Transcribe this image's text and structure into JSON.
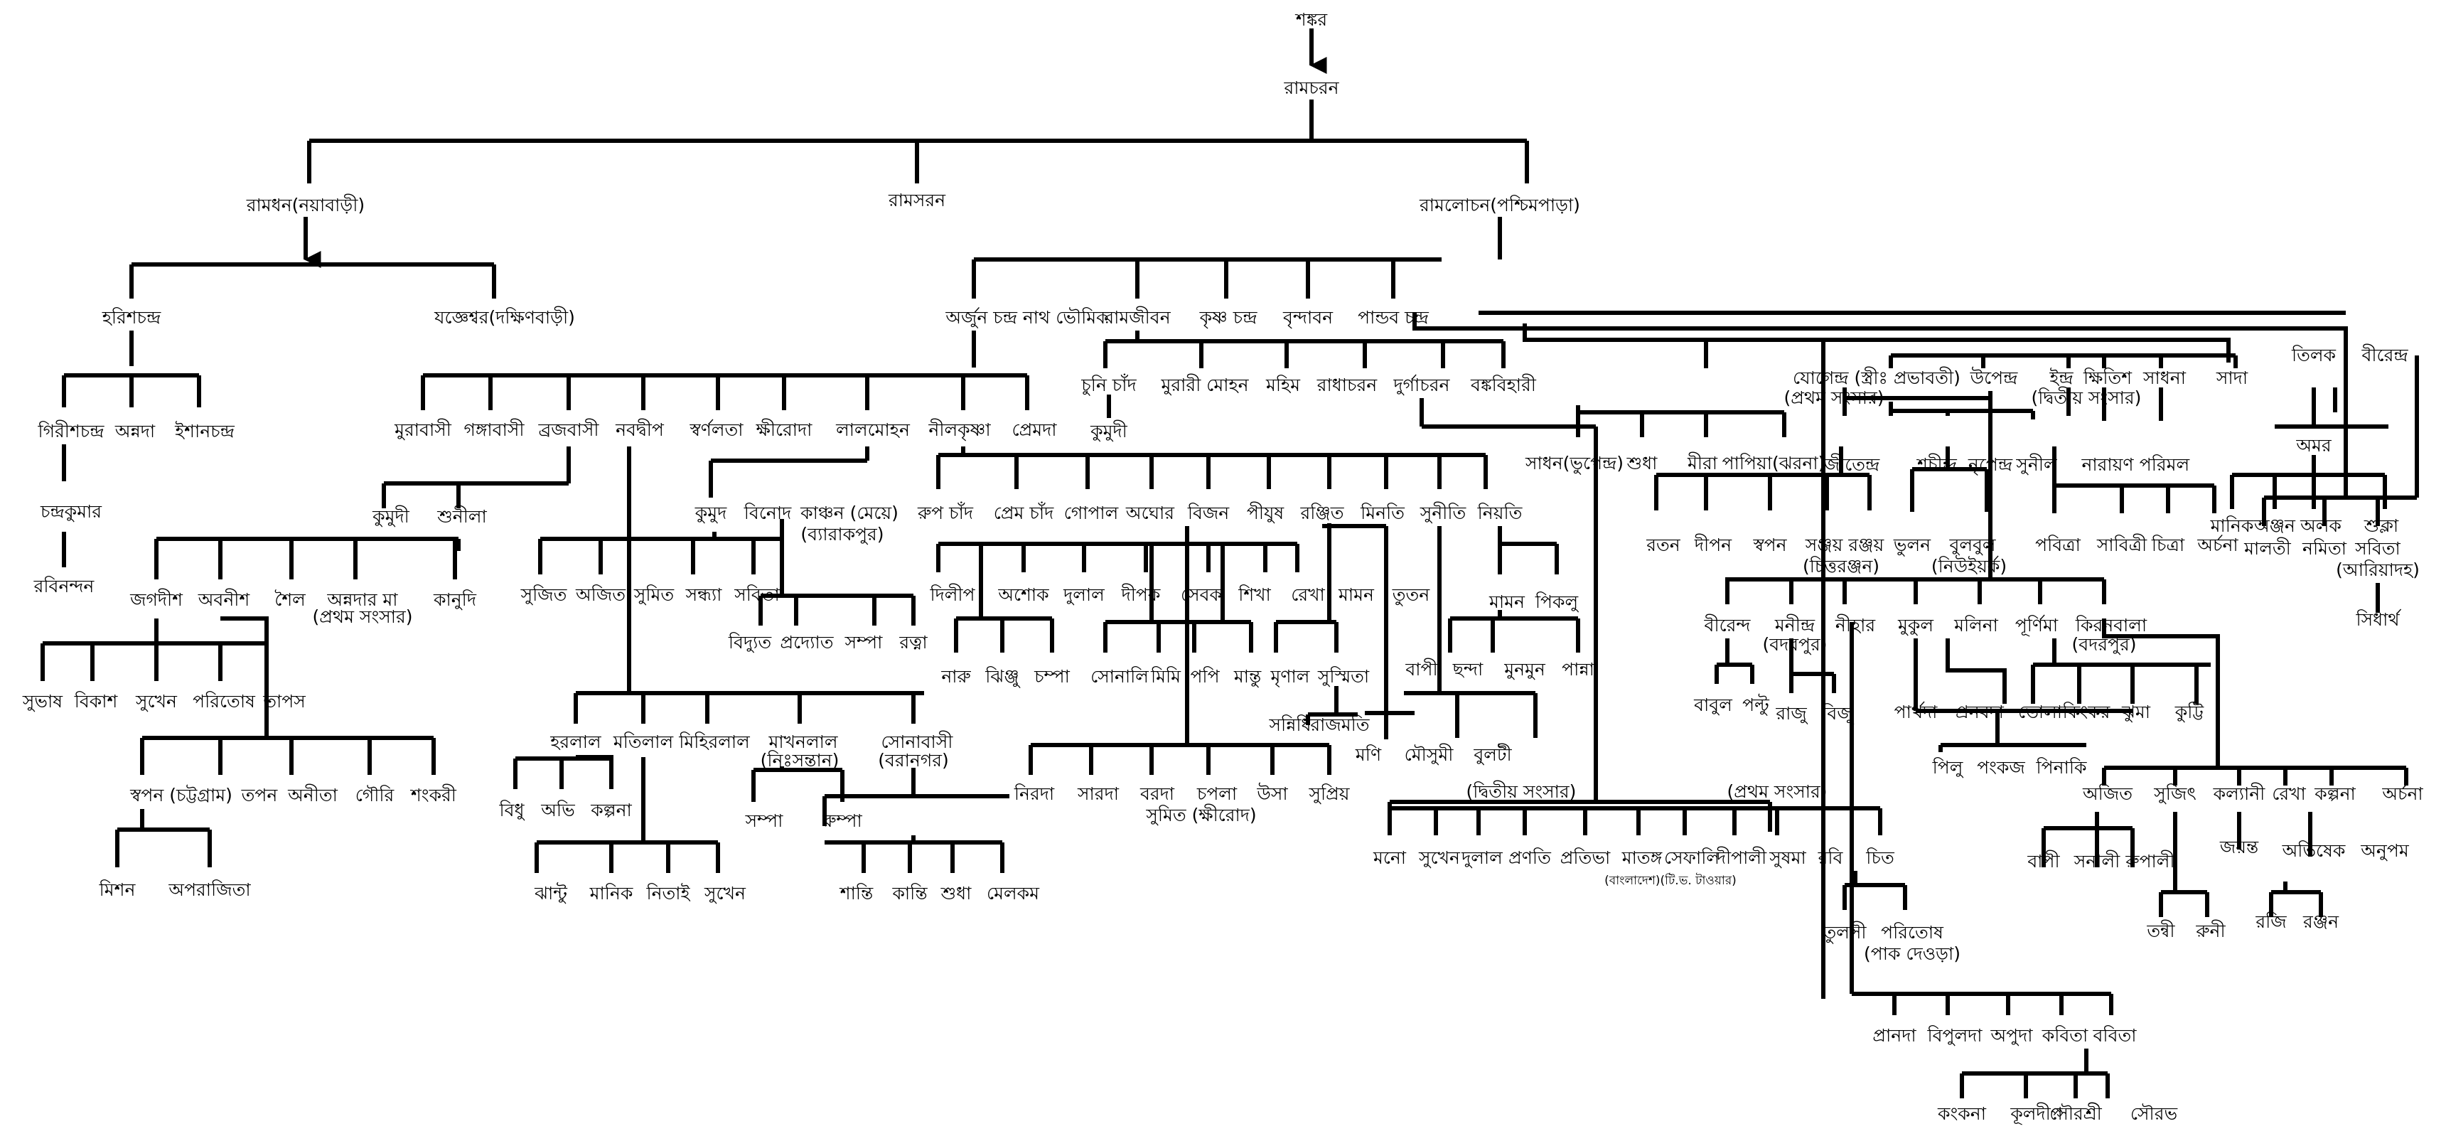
{
  "palette": {
    "line": "#000000",
    "text": "#000000",
    "background": "#ffffff"
  },
  "members": {
    "shankar": "শঙ্কর",
    "ramcharan": "রামচরন",
    "ramdhan": "রামধন(নয়াবাড়ী)",
    "ramsaran": "রামসরন",
    "ramlochan": "রামলোচন(পশ্চিমপাড়া)",
    "harishchandra": "হরিশচন্দ্র",
    "yajneshwar": "যজ্ঞেশ্বর(দক্ষিণবাড়ী)",
    "girishchandra": "গিরীশচন্দ্র",
    "annada": "অন্নদা",
    "ishanchandra": "ইশানচন্দ্র",
    "chandrakumar": "চন্দ্রকুমার",
    "rabinandan": "রবিনন্দন",
    "arjun": "অর্জুন চন্দ্র নাথ ভৌমিক",
    "ramjiban": "রামজীবন",
    "krishnachandra": "কৃষ্ণ চন্দ্র",
    "brindaban": "বৃন্দাবন",
    "pandabchandra": "পান্ডব চন্দ্র",
    "murabasi": "মুরাবাসী",
    "gangabasi": "গঙ্গাবাসী",
    "brajabasi": "ব্রজবাসী",
    "nabadwip": "নবদ্বীপ",
    "swarnalata": "স্বর্ণলতা",
    "kshiroda": "ক্ষীরোদা",
    "lalmohan": "লালমোহন",
    "nilakrishna": "নীলকৃষ্ণা",
    "premada": "প্রেমদা",
    "kumudi": "কুমুদী",
    "sunila": "শুনীলা",
    "jagadish": "জগদীশ",
    "abanish": "অবনীশ",
    "shaila": "শৈল",
    "annadar_ma": "অন্নদার মা",
    "pratham_sangsar": "(প্রথম সংসার)",
    "kanudi": "কানুদি",
    "subhash": "সুভাষ",
    "bikash": "বিকাশ",
    "sukhen": "সুখেন",
    "paritosh": "পরিতোষ",
    "tapas": "তাপস",
    "swapan_ctg": "স্বপন (চট্টগ্রাম)",
    "tapan": "তপন",
    "anita": "অনীতা",
    "gouri": "গৌরি",
    "shankari": "শংকরী",
    "mishan": "মিশন",
    "aparajita": "অপরাজিতা",
    "kumud": "কুমুদ",
    "binod": "বিনোদ",
    "kanchan": "কাঞ্চন (মেয়ে)",
    "barrackpur": "(ব্যারাকপুর)",
    "sujit": "সুজিত",
    "ajit": "অজিত",
    "sumit": "সুমিত",
    "sandhya": "সন্ধ্যা",
    "sabita": "সবিতা",
    "bidyut": "বিদ্যুত",
    "pradyot": "প্রদ্যোত",
    "sampa": "সম্পা",
    "ratna": "রত্না",
    "haralal": "হরলাল",
    "matilal": "মতিলাল",
    "mihirlal": "মিহিরলাল",
    "makhanlal": "মাখনলাল",
    "nihsantan": "(নিঃসন্তান)",
    "sonabasi": "সোনাবাসী",
    "baranagar": "(বরানগর)",
    "bidhu": "বিধু",
    "abhi": "অভি",
    "kalpana": "কল্পনা",
    "jhantu": "ঝান্টু",
    "manik": "মানিক",
    "nitai": "নিতাই",
    "sampa2": "সম্পা",
    "rumpa": "রুম্পা",
    "shanti": "শান্তি",
    "kanti": "কান্তি",
    "sudha": "শুধা",
    "melakam": "মেলকম",
    "chunichand": "চুনি চাঁদ",
    "murarimohan": "মুরারী মোহন",
    "mahim": "মহিম",
    "radhacharan": "রাধাচরন",
    "durgacharan": "দুর্গাচরন",
    "bankabihari": "বঙ্কবিহারী",
    "kumudi2": "কুমুদী",
    "rupchand": "রুপ চাঁদ",
    "premchand": "প্রেম চাঁদ",
    "gopal": "গোপাল",
    "aghor": "অঘোর",
    "bijan": "বিজন",
    "piyush": "পীযুষ",
    "ranjit": "রঞ্জিত",
    "minati": "মিনতি",
    "suniti": "সুনীতি",
    "niyati": "নিয়তি",
    "dilip": "দিলীপ",
    "ashok": "অশোক",
    "dulal": "দুলাল",
    "dipak": "দীপক",
    "sebak": "সেবক",
    "shikha": "শিখা",
    "rekha": "রেখা",
    "maman": "মামন",
    "tutan": "তুতন",
    "maman2": "মামন",
    "pikulu": "পিকলু",
    "naru": "নারু",
    "jhinju": "ঝিঞ্জু",
    "champa": "চম্পা",
    "sonali": "সোনালি",
    "mimi": "মিমি",
    "papi": "পপি",
    "mantu": "মান্তু",
    "mrinal": "মৃণাল",
    "susmita": "সুস্মিতা",
    "bapi": "বাপী",
    "chhanda": "ছন্দা",
    "munmun": "মুনমুন",
    "panna": "পান্না",
    "sannidhi": "সন্নিধি",
    "rajmati": "রাজমতি",
    "moni": "মণি",
    "mousumi": "মৌসুমী",
    "bulti": "বুলটী",
    "nirada": "নিরদা",
    "sarada": "সারদা",
    "barada": "বরদা",
    "chapala": "চপলা",
    "usha": "উসা",
    "supriya": "সুপ্রিয়",
    "sumit_kshirod": "সুমিত (ক্ষীরোদ)",
    "sadhan": "সাধন(ভুপেন্দ্র)",
    "sudha2": "শুধা",
    "mira": "মীরা",
    "papiya": "পাপিয়া(ঝরনা)",
    "dwitiya_sangsar": "(দ্বিতীয় সংসার)",
    "pratham_sangsar2": "(প্রথম সংসার)",
    "mono": "মনো",
    "sukhen2": "সুখেন",
    "dulal2": "দুলাল",
    "pranati": "প্রণতি",
    "pratibha": "প্রতিভা",
    "matanga": "মাতঙ্গ",
    "sefali": "সেফালি",
    "dipali": "দীপালী",
    "sushama": "সুষমা",
    "rabi": "রবি",
    "chitta": "চিত",
    "bangladesh_tv": "(বাংলাদেশ)(টি.ভ. টাওয়ার)",
    "tulsi": "তুলসী",
    "paritosh2": "পরিতোষ",
    "pak_deora": "(পাক দেওড়া)",
    "yogendra": "যোগেন্দ্র (স্ত্রীঃ প্রভাবতী)",
    "pratham_sangsar3": "(প্রথম সংসার)",
    "upendra": "উপেন্দ্র",
    "indra": "ইন্দ্র",
    "kshitish": "ক্ষিতিশ",
    "sadhana": "সাধনা",
    "sada": "সাদা",
    "dwitiya_sangsar2": "(দ্বিতীয় সংসার)",
    "tilak": "তিলক",
    "birendra": "বীরেন্দ্র",
    "amar": "অমর",
    "manik2": "মানিক",
    "anjan": "অঞ্জন",
    "alak": "অলক",
    "shukla": "শুক্লা",
    "malati": "মালতী",
    "namita": "নমিতা",
    "sabita2": "সবিতা",
    "ariadaha": "(আরিয়াদহ)",
    "siddhartha": "সিধার্থ",
    "jitendra": "জীতেন্দ্র",
    "shachindra": "শচীন্দ্র",
    "nripendra": "নৃপেন্দ্র",
    "sunil": "সুনীল",
    "narayan": "নারায়ণ",
    "parimal": "পরিমল",
    "ratan": "রতন",
    "dipan": "দীপন",
    "swapan": "স্বপন",
    "sanjay_ranjay": "সঞ্জয় রঞ্জয়",
    "chittaranjan": "(চিত্তরঞ্জন)",
    "bhulan": "ভুলন",
    "bulbul": "বুলবুল",
    "new_york": "(নিউইয়র্ক)",
    "pabitra": "পবিত্রা",
    "sabitri": "সাবিত্রী",
    "chitra": "চিত্রা",
    "archana": "অর্চনা",
    "birendra2": "বীরেন্দ",
    "manindra": "মনীন্দ্র",
    "badarpur": "(বদরপুর)",
    "nihar": "নীহার",
    "mukul": "মুকুল",
    "malina": "মলিনা",
    "purnima": "পূর্ণিমা",
    "kiranbala": "কিরনবালা",
    "badarpur2": "(বদরপুর)",
    "babul": "বাবুল",
    "paltu": "পল্টু",
    "raju": "রাজু",
    "biju": "বিজু",
    "partha": "পার্থদা",
    "pranabda": "প্রনবদা",
    "bhola": "ভোলা",
    "kinkar": "কিংকর",
    "jhuma": "ঝুমা",
    "kuttu": "কুট্টি",
    "pilu": "পিলু",
    "pankaj": "পংকজ",
    "pinaki": "পিনাকি",
    "ajit2": "অজিত",
    "sujit2": "সুজিৎ",
    "kalyani": "কল্যানী",
    "rekha2": "রেখা",
    "kalpana2": "কল্পনা",
    "archana2": "অর্চনা",
    "bapi2": "বাপী",
    "sanali": "সনালী",
    "rupali": "রুপালী",
    "jayanta": "জয়ন্ত",
    "abhishek": "অভিষেক",
    "anupam": "অনুপম",
    "tanshri": "তন্বী",
    "runi": "রুনী",
    "raji": "রজি",
    "ranjan": "রঞ্জন",
    "pranda": "প্রানদা",
    "bipulda": "বিপুলদা",
    "apuda": "অপুদা",
    "kabita": "কবিতা",
    "babita": "ববিতা",
    "kankana": "কংকনা",
    "kuladip": "কূলদীপ",
    "souroshri": "সৌরশ্রী",
    "sourav": "সৌরভ"
  }
}
